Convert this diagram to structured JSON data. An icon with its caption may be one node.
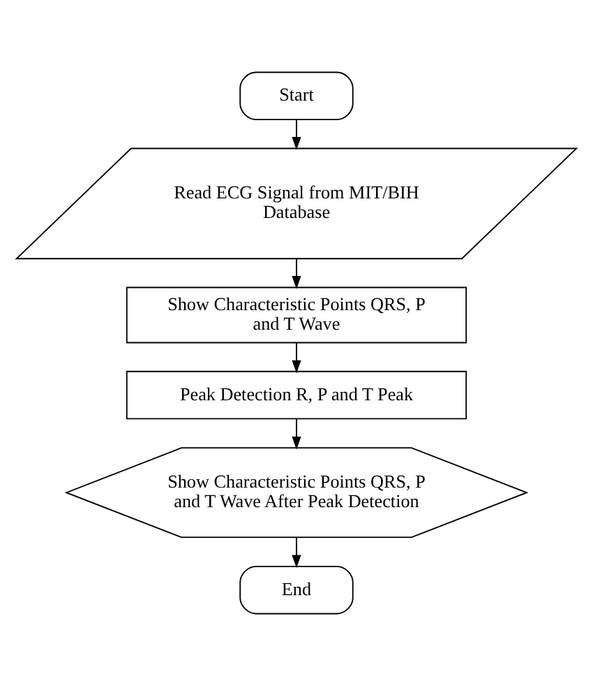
{
  "diagram": {
    "nodes": [
      {
        "text": [
          "Start"
        ]
      },
      {
        "text": [
          "Read ECG Signal from MIT/BIH Database"
        ]
      },
      {
        "text": [
          "Show Characteristic Points QRS, P and T Wave"
        ]
      },
      {
        "text": [
          "Peak Detection R, P and T Peak"
        ]
      },
      {
        "text": [
          "Show Characteristic Points QRS, P and T Wave After Peak Detection"
        ]
      },
      {
        "text": [
          "End"
        ]
      }
    ],
    "edges": [
      {
        "from": 0,
        "to": 1,
        "arrow": "to"
      },
      {
        "from": 1,
        "to": 2,
        "arrow": "to"
      },
      {
        "from": 2,
        "to": 3,
        "arrow": "to"
      },
      {
        "from": 3,
        "to": 4,
        "arrow": "to"
      },
      {
        "from": 4,
        "to": 5,
        "arrow": "to"
      }
    ]
  }
}
